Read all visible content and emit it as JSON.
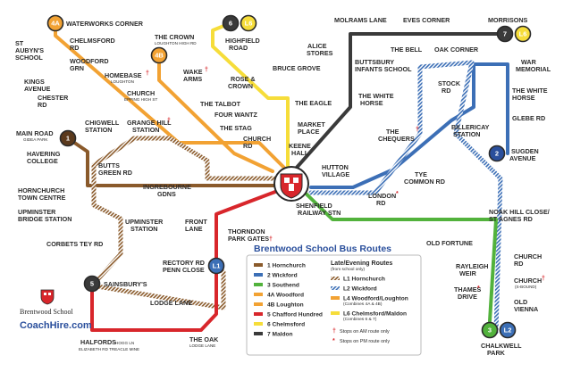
{
  "colors": {
    "hornchurch": "#8a5a2b",
    "wickford": "#3c6fb6",
    "southend": "#52b23c",
    "woodford": "#f2a233",
    "loughton": "#f2a233",
    "chafford": "#d8262b",
    "chelmsford": "#f6dd3a",
    "maldon": "#3a3a3a",
    "title_blue": "#2a4f9c",
    "mark_red": "#d8262b"
  },
  "stops": {
    "waterworks_corner": "WATERWORKS CORNER",
    "chelmsford_rd": [
      "CHELMSFORD",
      "RD"
    ],
    "woodford_grn": [
      "WOODFORD",
      "GRN"
    ],
    "st_aubyns": [
      "ST",
      "AUBYN'S",
      "SCHOOL"
    ],
    "kings_avenue": [
      "KINGS",
      "AVENUE"
    ],
    "chester_rd": [
      "CHESTER",
      "RD"
    ],
    "the_crown": "THE CROWN",
    "the_crown_sub": "LOUGHTON HIGH RD",
    "homebase": "HOMEBASE",
    "homebase_sub": "LOUGHTON",
    "wake_arms": [
      "WAKE",
      "ARMS"
    ],
    "church_epping": "CHURCH",
    "church_epping_sub": "EPPING HIGH ST",
    "the_talbot": "THE TALBOT",
    "four_wantz": "FOUR WANTZ",
    "the_stag": "THE STAG",
    "church_rd": [
      "CHURCH",
      "RD"
    ],
    "chigwell": [
      "CHIGWELL",
      "STATION"
    ],
    "grange_hill": [
      "GRANGE HILL",
      "STATION"
    ],
    "highfield_road": [
      "HIGHFIELD",
      "ROAD"
    ],
    "rose_crown": [
      "ROSE &",
      "CROWN"
    ],
    "bruce_grove": "BRUCE GROVE",
    "the_eagle": "THE EAGLE",
    "market_place": [
      "MARKET",
      "PLACE"
    ],
    "keene_hall": [
      "KEENE",
      "HALL"
    ],
    "molrams_lane": "MOLRAMS LANE",
    "eves_corner": "EVES CORNER",
    "morrisons": "MORRISONS",
    "alice_stores": [
      "ALICE",
      "STORES"
    ],
    "the_bell": "THE BELL",
    "oak_corner": "OAK CORNER",
    "buttsbury": [
      "BUTTSBURY",
      "INFANTS SCHOOL"
    ],
    "war_memorial": [
      "WAR",
      "MEMORIAL"
    ],
    "the_white_horse_w": [
      "THE WHITE",
      "HORSE"
    ],
    "stock_rd": [
      "STOCK",
      "RD"
    ],
    "the_white_horse_e": [
      "THE WHITE",
      "HORSE"
    ],
    "glebe_rd": "GLEBE RD",
    "the_chequers": [
      "THE",
      "CHEQUERS"
    ],
    "billericay": [
      "BILLERICAY",
      "STATION"
    ],
    "sugden_avenue": [
      "SUGDEN",
      "AVENUE"
    ],
    "tye_common": [
      "TYE",
      "COMMON RD"
    ],
    "hutton_village": [
      "HUTTON",
      "VILLAGE"
    ],
    "london_rd": [
      "LONDON",
      "RD"
    ],
    "shenfield": [
      "SHENFIELD",
      "RAILWAY STN"
    ],
    "noak_hill": [
      "NOAK HILL CLOSE/",
      "ST AGNES RD"
    ],
    "main_road": [
      "MAIN ROAD"
    ],
    "main_road_sub": "GIDEA PARK",
    "havering": [
      "HAVERING",
      "COLLEGE"
    ],
    "butts_green": [
      "BUTTS",
      "GREEN RD"
    ],
    "hornchurch_tc": [
      "HORNCHURCH",
      "TOWN CENTRE"
    ],
    "ingrebourne": [
      "INGREBOURNE",
      "GDNS"
    ],
    "upminster_bridge": [
      "UPMINSTER",
      "BRIDGE STATION"
    ],
    "upminster_station": [
      "UPMINSTER",
      "STATION"
    ],
    "front_lane": [
      "FRONT",
      "LANE"
    ],
    "thorndon": [
      "THORNDON",
      "PARK GATES"
    ],
    "corbets_tey": "CORBETS TEY RD",
    "old_fortune": "OLD FORTUNE",
    "rayleigh_weir": [
      "RAYLEIGH",
      "WEIR"
    ],
    "thames_drive": [
      "THAMES",
      "DRIVE"
    ],
    "church_rd_south": [
      "CHURCH",
      "RD"
    ],
    "church_southbound": "CHURCH",
    "church_southbound_sub": "(S-BOUND)",
    "old_vienna": [
      "OLD",
      "VIENNA"
    ],
    "chalkwell_park": [
      "CHALKWELL",
      "PARK"
    ],
    "sainsburys": "SAINSBURY'S",
    "rectory_rd": [
      "RECTORY RD",
      "PENN CLOSE"
    ],
    "lodge_lane": "LODGE LANE",
    "halfords": "HALFORDS",
    "halfords_sub": "HOGG LN",
    "halfords_sub2": "ELIZABETH RD TREACLE MINE",
    "the_oak": [
      "THE OAK"
    ],
    "the_oak_sub": "LODGE LANE"
  },
  "terminals": {
    "t4a": "4A",
    "t4b": "4B",
    "t6": "6",
    "tl6": "L6",
    "t7": "7",
    "tl6b": "L6",
    "t1": "1",
    "t5": "5",
    "tl1": "L1",
    "t2": "2",
    "t3": "3",
    "tl2": "L2"
  },
  "legend": {
    "title": "Brentwood School Bus Routes",
    "routes": [
      {
        "label": "1 Hornchurch",
        "color": "#8a5a2b"
      },
      {
        "label": "2 Wickford",
        "color": "#3c6fb6"
      },
      {
        "label": "3 Southend",
        "color": "#52b23c"
      },
      {
        "label": "4A Woodford",
        "color": "#f2a233"
      },
      {
        "label": "4B Loughton",
        "color": "#f2a233"
      },
      {
        "label": "5 Chafford Hundred",
        "color": "#d8262b"
      },
      {
        "label": "6 Chelmsford",
        "color": "#f6dd3a"
      },
      {
        "label": "7 Maldon",
        "color": "#3a3a3a"
      }
    ],
    "late_heading": "Late/Evening Routes",
    "late_sub": "(from school only)",
    "late_routes": [
      {
        "label": "L1 Hornchurch",
        "color": "#8a5a2b"
      },
      {
        "label": "L2 Wickford",
        "color": "#3c6fb6"
      },
      {
        "label": "L4 Woodford/Loughton",
        "sub": "(Combines 4A & 4B)",
        "color": "#f2a233"
      },
      {
        "label": "L6 Chelmsford/Maldon",
        "sub": "(Combines 6 & 7)",
        "color": "#f6dd3a"
      }
    ],
    "am_note": "Stops on AM route only",
    "pm_note": "Stops on PM route only"
  },
  "branding": {
    "school": "Brentwood School",
    "coachhire": "CoachHire.com"
  }
}
